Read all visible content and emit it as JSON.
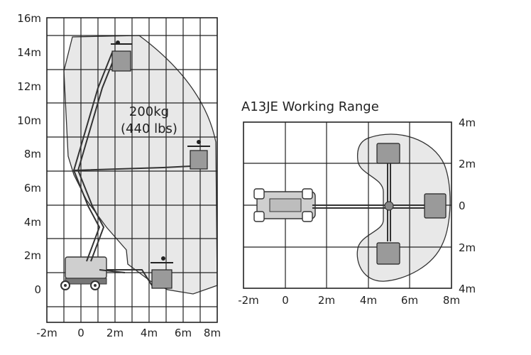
{
  "side_view": {
    "y_ticks": [
      "16m",
      "14m",
      "12m",
      "10m",
      "8m",
      "6m",
      "4m",
      "2m",
      "0"
    ],
    "x_ticks": [
      "-2m",
      "0",
      "2m",
      "4m",
      "6m",
      "8m"
    ],
    "capacity_kg": "200kg",
    "capacity_lbs": "(440 lbs)"
  },
  "top_view": {
    "title": "A13JE Working Range",
    "x_ticks": [
      "-2m",
      "0",
      "2m",
      "4m",
      "6m",
      "8m"
    ],
    "y_ticks": [
      "4m",
      "2m",
      "0",
      "2m",
      "4m"
    ]
  },
  "colors": {
    "envelope_fill": "#e8e8e8",
    "grid": "#222222"
  }
}
